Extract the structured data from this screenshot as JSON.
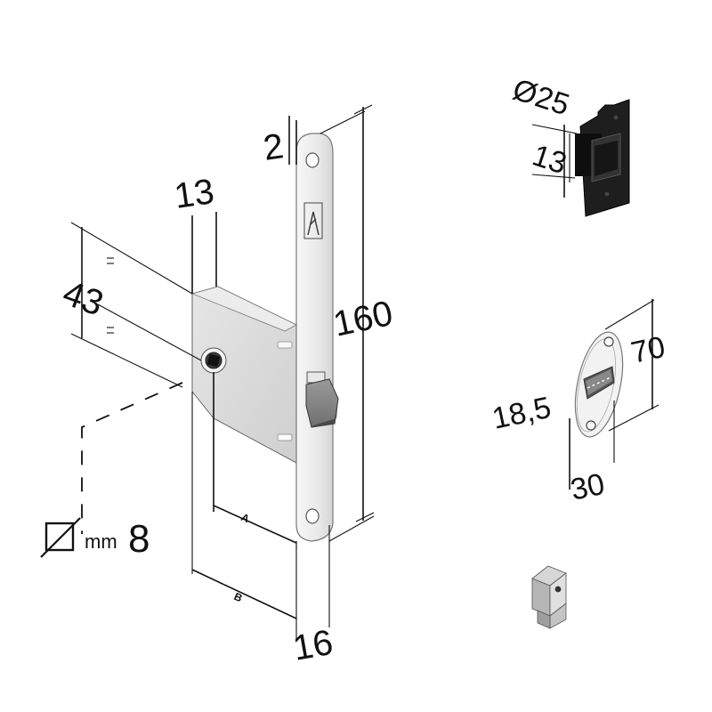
{
  "labels": {
    "dim_2": "2",
    "dim_13": "13",
    "dim_43": "43",
    "dim_160": "160",
    "dim_16": "16",
    "dim_a": "A",
    "dim_b": "B",
    "square_unit": "mm",
    "square_size": "8",
    "keeper_diameter": "Ø25",
    "keeper_depth": "13",
    "plate_height": "70",
    "plate_offset": "18,5",
    "plate_width": "30"
  },
  "colors": {
    "line": "#111111",
    "lock_body": "#d9d9d9",
    "faceplate": "#f0f0f0",
    "keeper": "#1a1a1a",
    "follower": "#bdbdbd"
  }
}
